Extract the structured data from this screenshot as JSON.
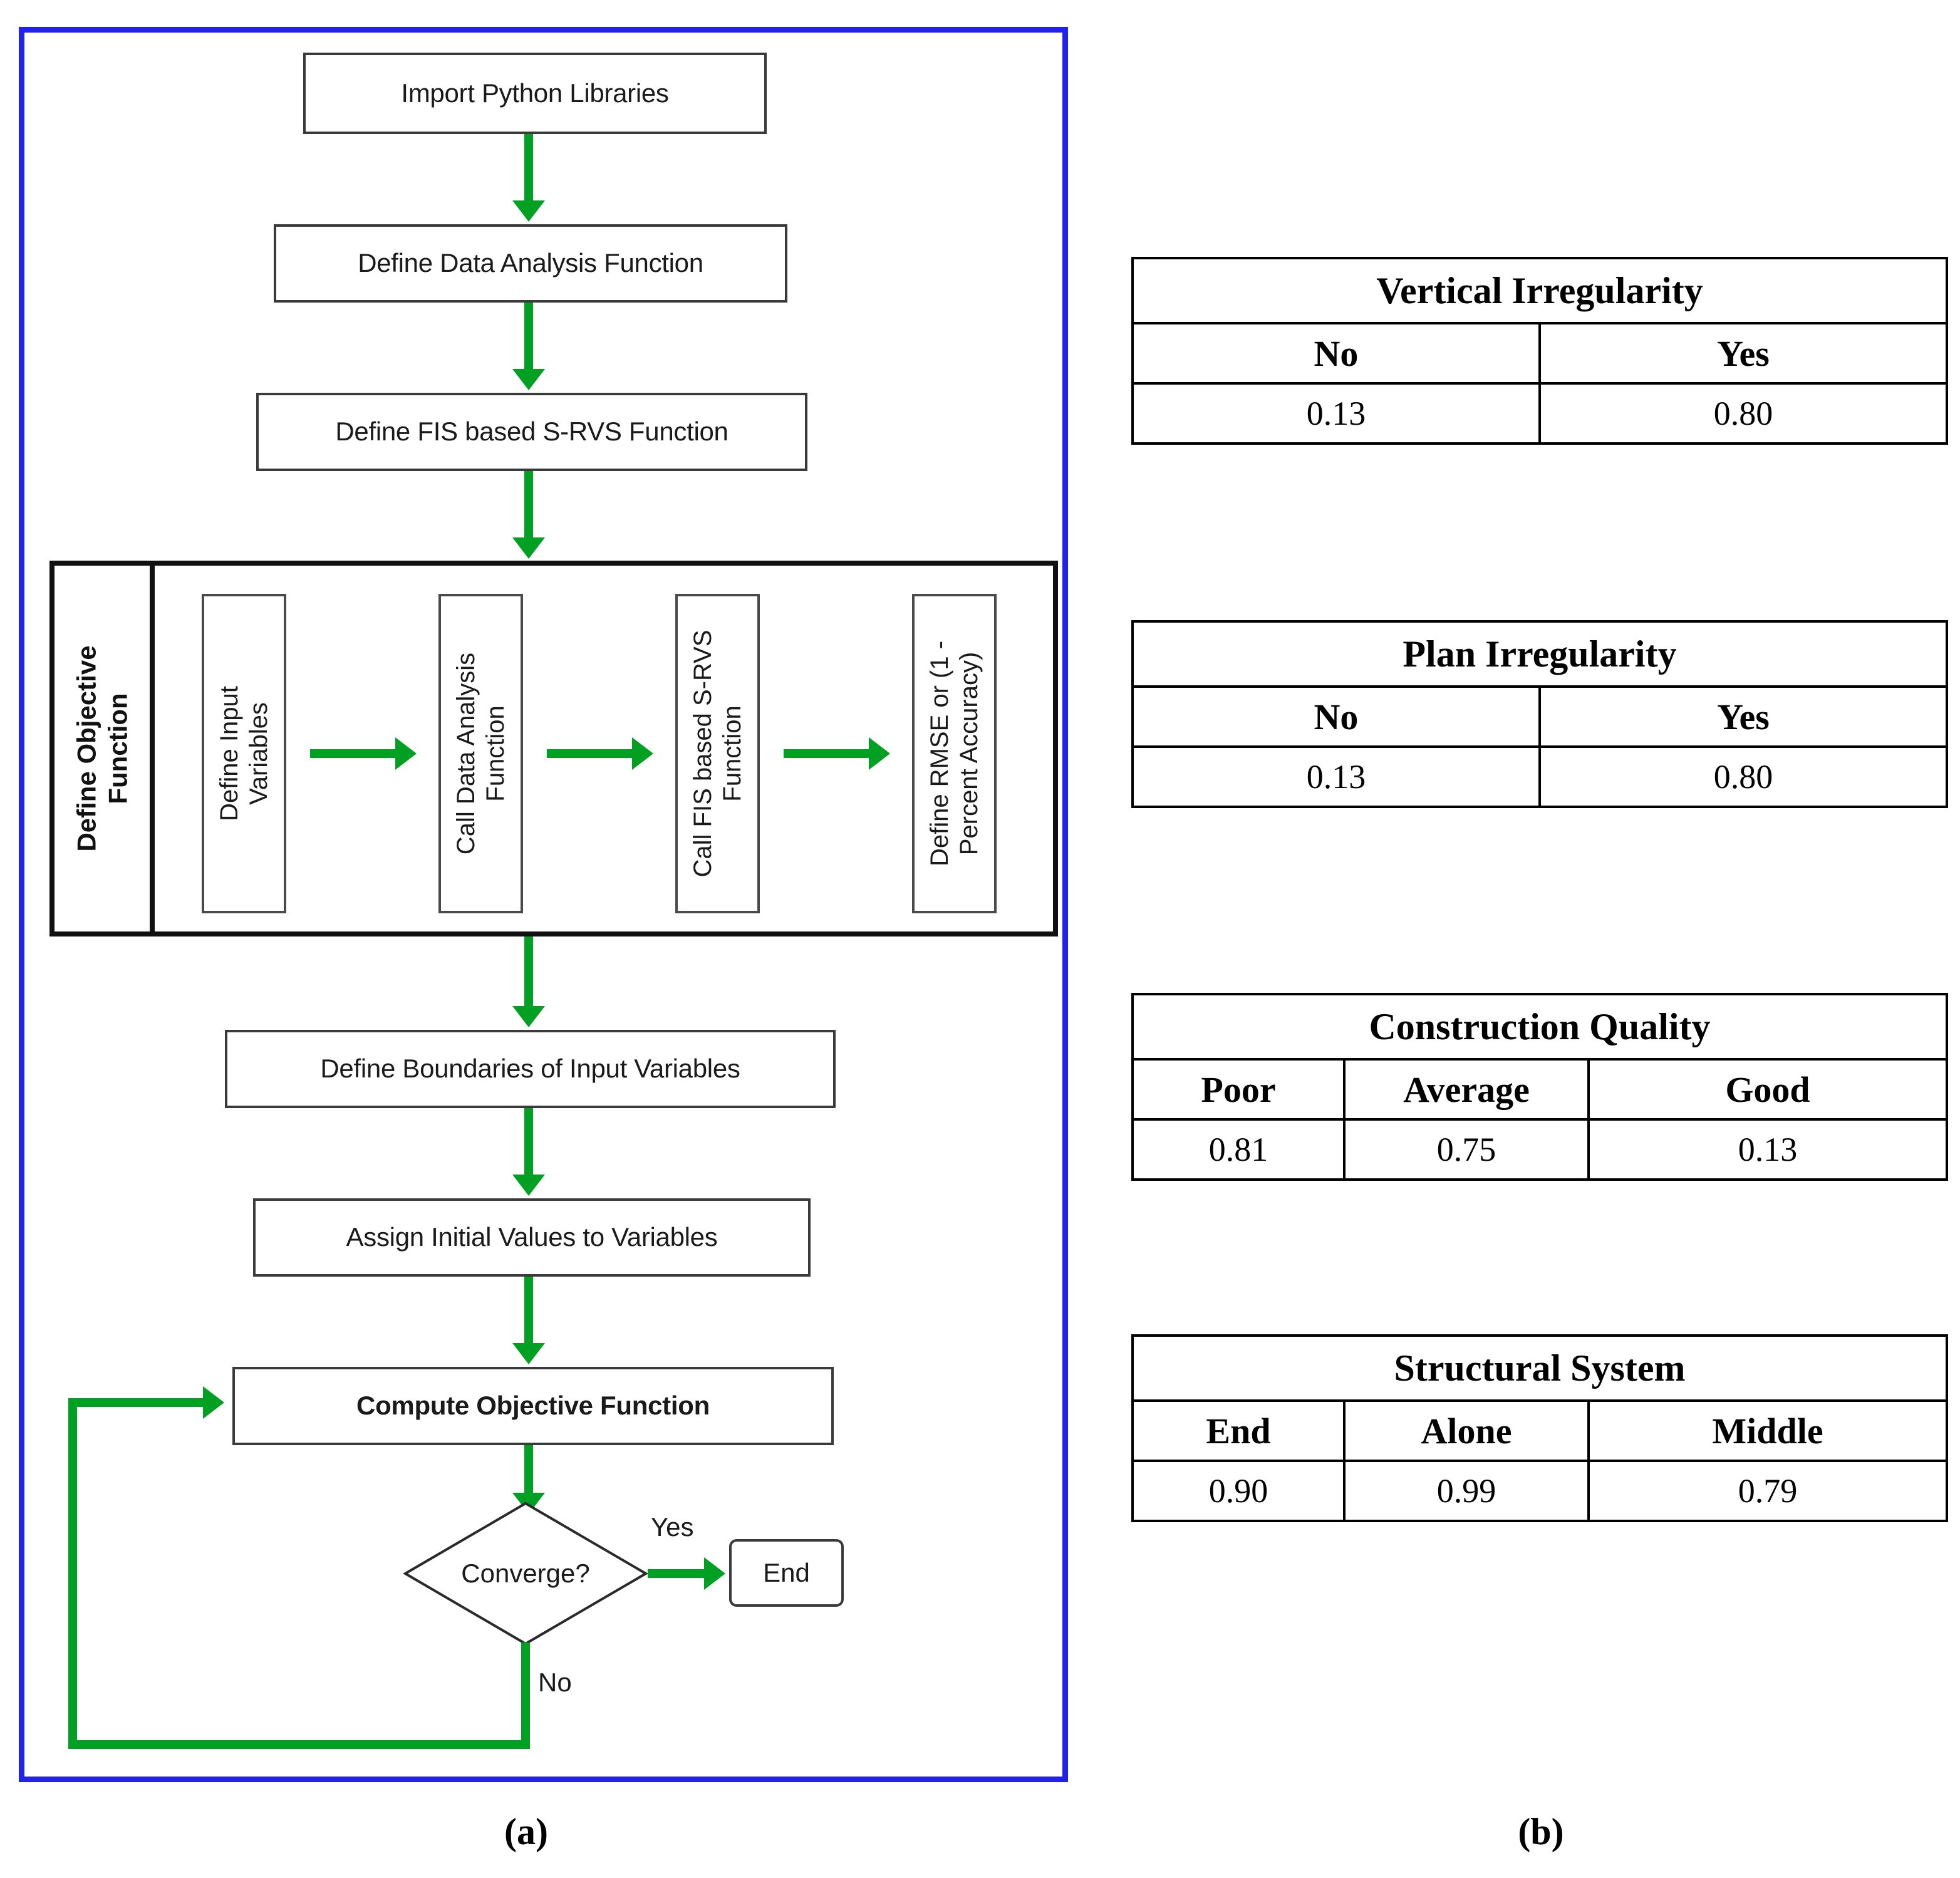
{
  "figure": {
    "panel_a_label": "(a)",
    "panel_b_label": "(b)",
    "accent_green": "#00a022",
    "panel_border_blue": "#2222ee"
  },
  "flowchart": {
    "steps": [
      {
        "id": "import",
        "label": "Import Python Libraries"
      },
      {
        "id": "define-data-analysis",
        "label": "Define Data Analysis Function"
      },
      {
        "id": "define-fis",
        "label": "Define FIS based S-RVS Function"
      },
      {
        "id": "define-boundaries",
        "label": "Define Boundaries of Input Variables"
      },
      {
        "id": "assign-initial",
        "label": "Assign Initial Values to Variables"
      },
      {
        "id": "compute-objective",
        "label": "Compute Objective Function"
      }
    ],
    "objective_group": {
      "label": "Define Objective\nFunction",
      "label_line1": "Define Objective",
      "label_line2": "Function",
      "sub_steps": [
        {
          "id": "define-input-variables",
          "line1": "Define Input",
          "line2": "Variables"
        },
        {
          "id": "call-data-analysis",
          "line1": "Call Data Analysis",
          "line2": "Function"
        },
        {
          "id": "call-fis",
          "line1": "Call FIS based S-RVS",
          "line2": "Function"
        },
        {
          "id": "define-rmse",
          "line1": "Define RMSE or (1 -",
          "line2": "Percent Accuracy)"
        }
      ]
    },
    "decision": {
      "label": "Converge?",
      "yes_label": "Yes",
      "no_label": "No"
    },
    "terminator": {
      "label": "End"
    }
  },
  "tables": [
    {
      "id": "vertical-irregularity",
      "title": "Vertical Irregularity",
      "headers": [
        "No",
        "Yes"
      ],
      "values": [
        "0.13",
        "0.80"
      ]
    },
    {
      "id": "plan-irregularity",
      "title": "Plan Irregularity",
      "headers": [
        "No",
        "Yes"
      ],
      "values": [
        "0.13",
        "0.80"
      ]
    },
    {
      "id": "construction-quality",
      "title": "Construction Quality",
      "headers": [
        "Poor",
        "Average",
        "Good"
      ],
      "values": [
        "0.81",
        "0.75",
        "0.13"
      ]
    },
    {
      "id": "structural-system",
      "title": "Structural System",
      "headers": [
        "End",
        "Alone",
        "Middle"
      ],
      "values": [
        "0.90",
        "0.99",
        "0.79"
      ]
    }
  ]
}
